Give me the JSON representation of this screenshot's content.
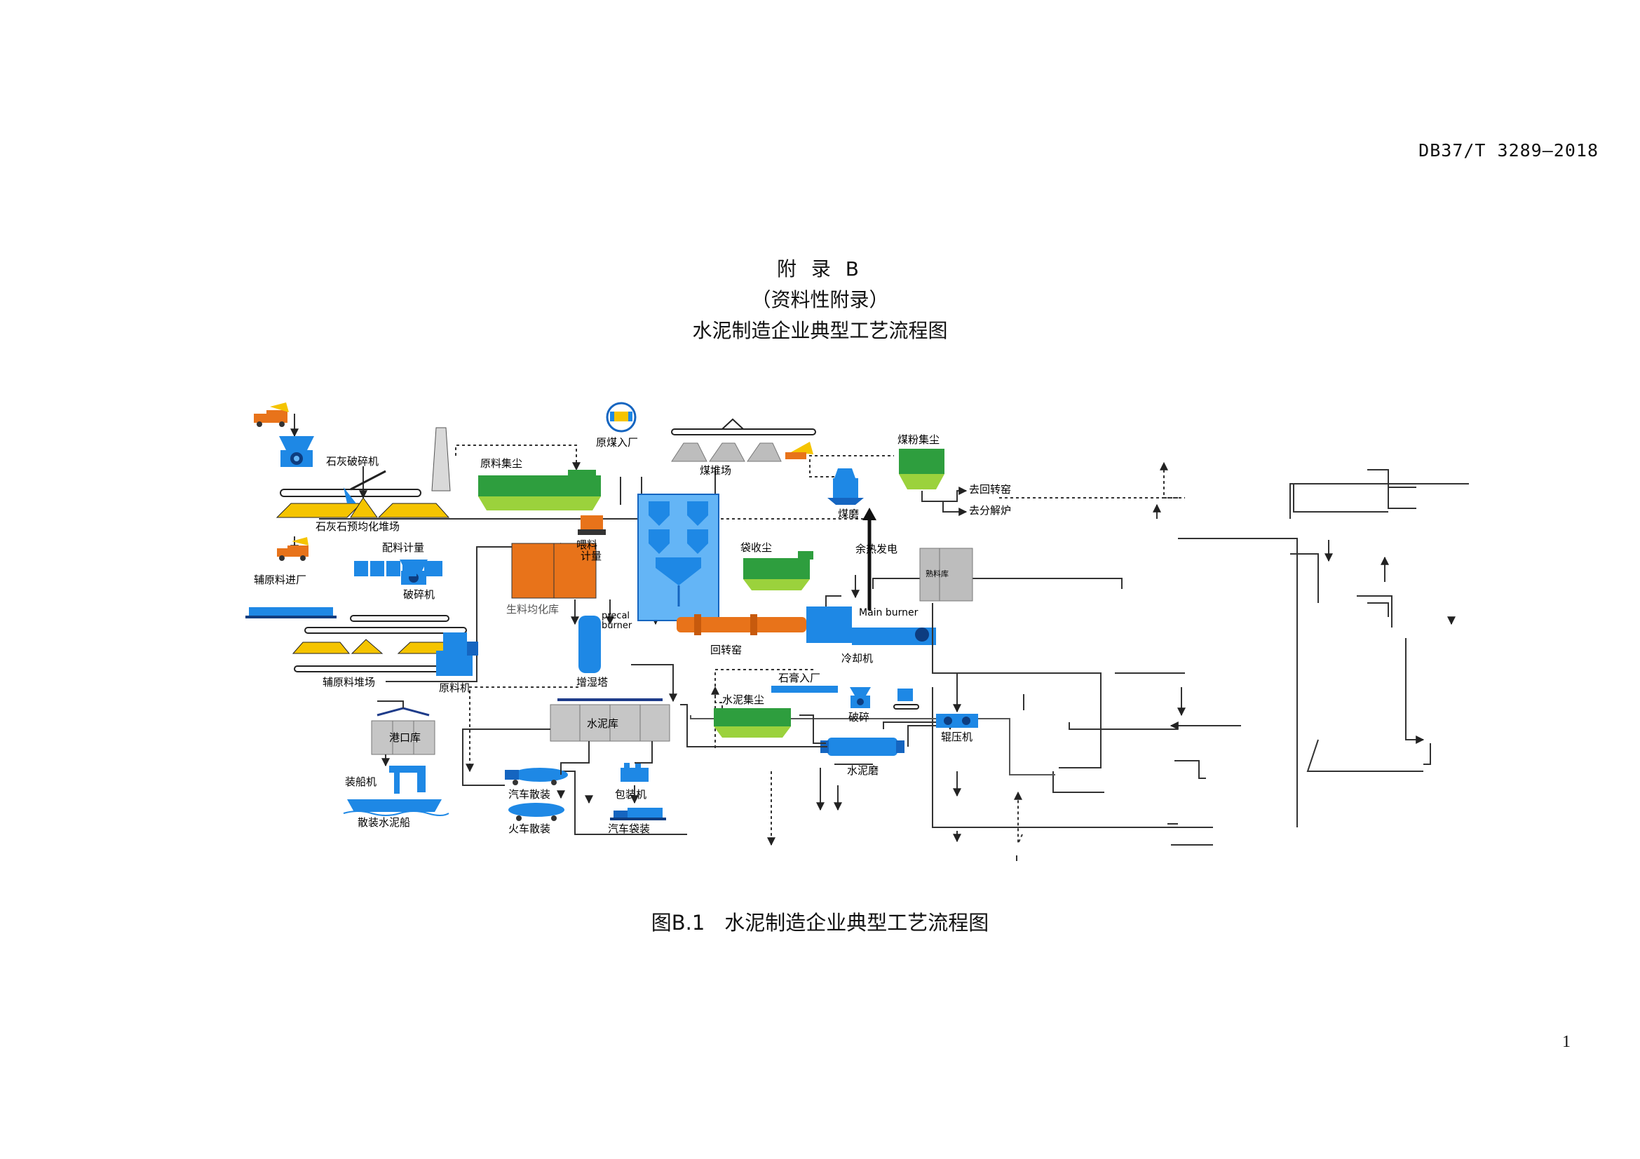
{
  "header": {
    "doc_code": "DB37/T 3289—2018"
  },
  "appendix": {
    "title": "附 录 B",
    "nature": "（资料性附录）",
    "subject": "水泥制造企业典型工艺流程图"
  },
  "diagram": {
    "labels": {
      "limestone_crusher": "石灰破碎机",
      "limestone_yard": "石灰石预均化堆场",
      "aux_inbound": "辅原料进厂",
      "crusher": "破碎机",
      "aux_yard": "辅原料堆场",
      "raw_dust": "原料集尘",
      "batching": "配料计量",
      "raw_silo": "生料均化库",
      "feed_meter": "喂料\n计量",
      "raw_mill": "原料机",
      "humid_tower": "增湿塔",
      "precal_burner": "precal\nburner",
      "coal_inbound": "原煤入厂",
      "coal_yard": "煤堆场",
      "coal_dust": "煤粉集尘",
      "coal_mill": "煤磨",
      "to_kiln": "去回转窑",
      "to_calciner": "去分解炉",
      "waste_heat": "余热发电",
      "bag_filter": "袋收尘",
      "main_burner": "Main burner",
      "kiln": "回转窑",
      "cooler": "冷却机",
      "clinker_silo": "熟料库",
      "gypsum_inbound": "石膏入厂",
      "cement_dust": "水泥集尘",
      "crush": "破碎",
      "roller_press": "辊压机",
      "cement_mill": "水泥磨",
      "cement_silo": "水泥库",
      "port_silo": "港口库",
      "ship_loader": "装船机",
      "bulk_ship": "散装水泥船",
      "truck_bulk": "汽车散装",
      "train_bulk": "火车散装",
      "packer": "包装机",
      "truck_bag": "汽车袋装"
    }
  },
  "figure_caption": {
    "number": "图B.1",
    "text": "水泥制造企业典型工艺流程图"
  },
  "page_number": "1",
  "colors": {
    "blue": "#1e88e5",
    "dark_blue": "#1565c0",
    "green": "#2e9e3e",
    "light_green": "#9bd23c",
    "yellow": "#f5c400",
    "orange": "#e8731a",
    "gray": "#b5b5b5"
  }
}
